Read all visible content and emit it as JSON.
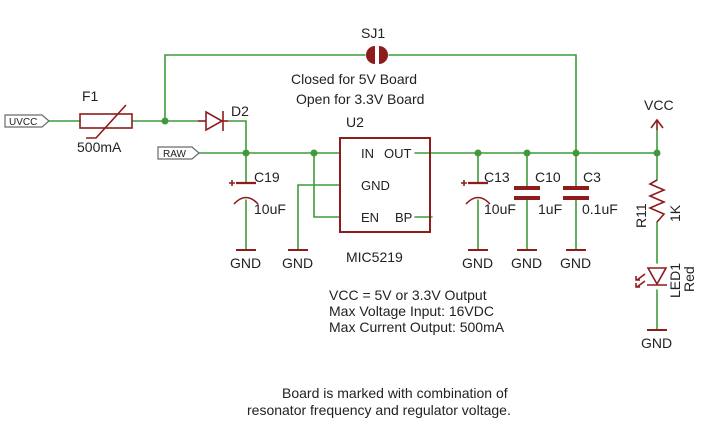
{
  "colors": {
    "wire": "#3f9a3c",
    "component": "#8e1c1c",
    "port": "#6a6a6a",
    "text": "#222222",
    "background": "#ffffff"
  },
  "labels": {
    "sj1_ref": "SJ1",
    "sj1_note_1": "Closed for 5V Board",
    "sj1_note_2": "Open for 3.3V Board",
    "uvcc_port": "UVCC",
    "raw_port": "RAW",
    "f1_ref": "F1",
    "f1_value": "500mA",
    "d2_ref": "D2",
    "u2_ref": "U2",
    "u2_pin_in": "IN",
    "u2_pin_out": "OUT",
    "u2_pin_gnd": "GND",
    "u2_pin_en": "EN",
    "u2_pin_bp": "BP",
    "u2_part": "MIC5219",
    "c19_ref": "C19",
    "c19_value": "10uF",
    "c13_ref": "C13",
    "c13_value": "10uF",
    "c10_ref": "C10",
    "c10_value": "1uF",
    "c3_ref": "C3",
    "c3_value": "0.1uF",
    "vcc_label": "VCC",
    "r11_ref": "R11",
    "r11_value": "1K",
    "led1_ref": "LED1",
    "led1_color": "Red",
    "gnd": "GND",
    "spec_1": "VCC = 5V or 3.3V Output",
    "spec_2": "Max Voltage Input: 16VDC",
    "spec_3": "Max Current Output: 500mA",
    "footer_1": "Board is marked with combination of",
    "footer_2": "resonator frequency and regulator voltage."
  }
}
